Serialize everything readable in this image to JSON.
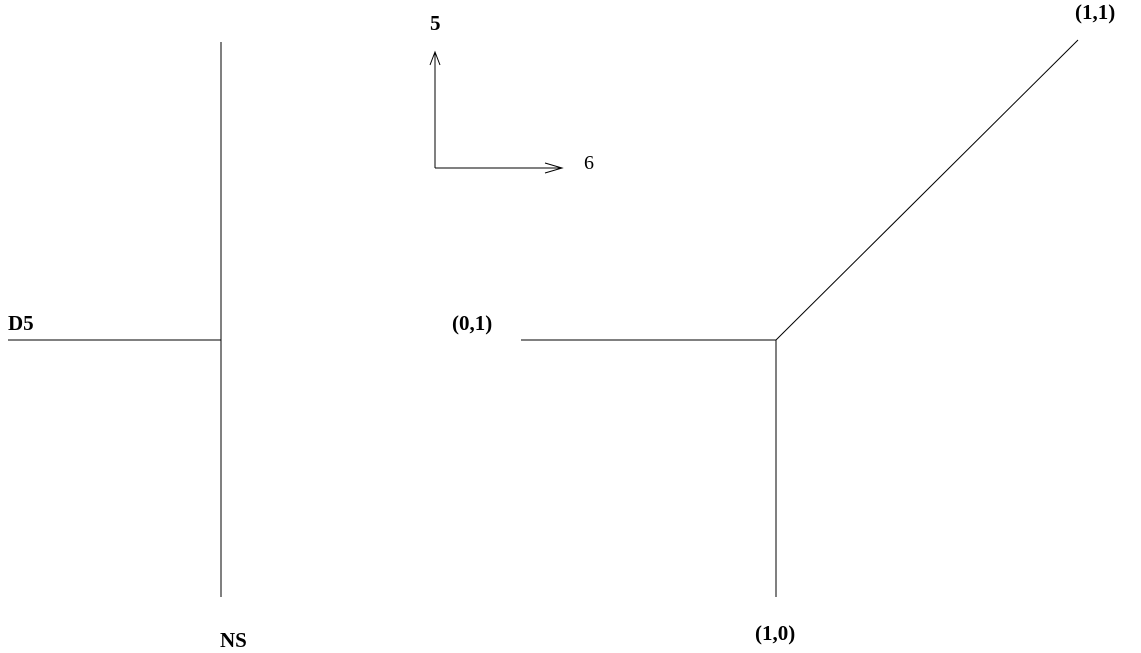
{
  "labels": {
    "d5": "D5",
    "ns": "NS",
    "axis_vertical": "5",
    "axis_horizontal": "6",
    "point_01": "(0,1)",
    "point_10": "(1,0)",
    "point_11": "(1,1)"
  }
}
